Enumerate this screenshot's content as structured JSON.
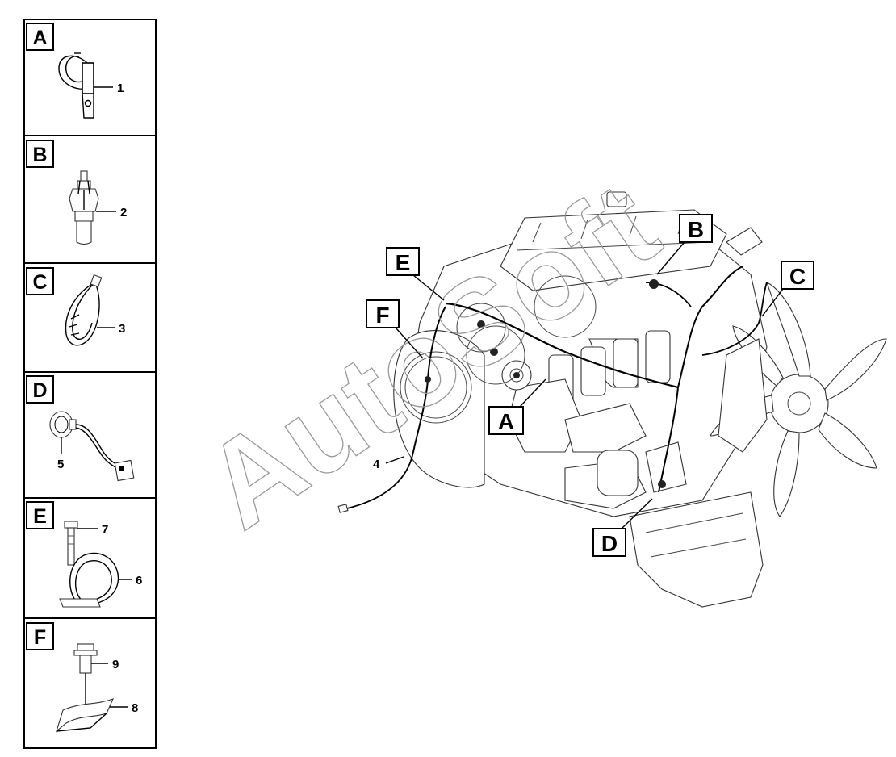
{
  "detail_panels": [
    {
      "letter": "A",
      "part": "clip",
      "callouts": [
        "1"
      ]
    },
    {
      "letter": "B",
      "part": "sensor",
      "callouts": [
        "2"
      ]
    },
    {
      "letter": "C",
      "part": "cable-tie",
      "callouts": [
        "3"
      ]
    },
    {
      "letter": "D",
      "part": "connector",
      "callouts": [
        "5"
      ]
    },
    {
      "letter": "E",
      "part": "bolt-and-clamp",
      "callouts": [
        "7",
        "6"
      ]
    },
    {
      "letter": "F",
      "part": "bolt-and-bracket",
      "callouts": [
        "9",
        "8"
      ]
    }
  ],
  "engine_callouts": {
    "A": "A",
    "B": "B",
    "C": "C",
    "D": "D",
    "E": "E",
    "F": "F",
    "harness": "4"
  },
  "watermark": "AutoSoft",
  "colors": {
    "line": "#000000",
    "background": "#ffffff",
    "watermark": "#999999"
  }
}
